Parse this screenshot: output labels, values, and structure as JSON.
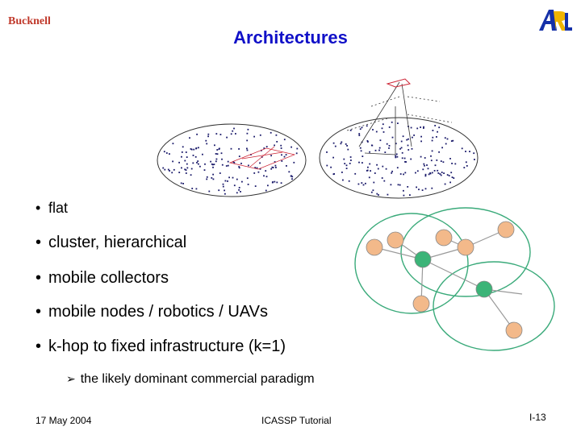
{
  "logos": {
    "left_text": "Bucknell",
    "right_text": "ARL"
  },
  "title": "Architectures",
  "bullets": [
    {
      "text": "flat"
    },
    {
      "text": "cluster, hierarchical"
    },
    {
      "text": "mobile collectors"
    },
    {
      "text": "mobile nodes / robotics / UAVs"
    },
    {
      "text": "k-hop to fixed infrastructure (k=1)"
    }
  ],
  "sub_bullet": {
    "text": "the likely dominant commercial paradigm"
  },
  "footer": {
    "date": "17 May 2004",
    "event": "ICASSP Tutorial",
    "page": "I-13"
  },
  "colors": {
    "title": "#1010c8",
    "dots": "#1a1a6a",
    "cluster_ring": "#3aaa7a",
    "node_orange": "#f3b98a",
    "node_green": "#3cb478"
  }
}
